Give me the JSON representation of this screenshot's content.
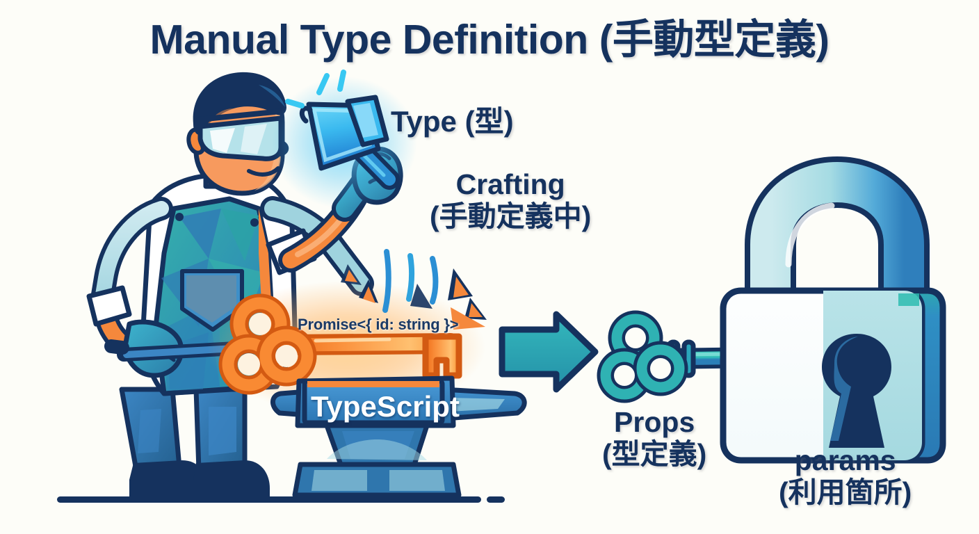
{
  "page": {
    "title": "Manual Type Definition (手動型定義)",
    "background_color": "#fdfdf8",
    "ink_color": "#15325e"
  },
  "labels": {
    "type": "Type (型)",
    "crafting_line1": "Crafting",
    "crafting_line2": "(手動定義中)",
    "promise_code": "Promise<{ id: string }>",
    "typescript": "TypeScript",
    "props_line1": "Props",
    "props_line2": "(型定義)",
    "params_line1": "params",
    "params_line2": "(利用箇所)"
  },
  "palette": {
    "navy": "#15325e",
    "navy_dark": "#102a4e",
    "blue": "#2a7fc1",
    "blue_mid": "#3d8fd0",
    "steel_blue": "#2f76ad",
    "teal": "#34b0ac",
    "teal_dark": "#2591a0",
    "cyan_light": "#a8dce6",
    "cyan_pale": "#c9e9ef",
    "sky": "#29a7e8",
    "sky_bright": "#3fc3f5",
    "orange": "#f5883c",
    "orange_deep": "#ef7521",
    "orange_glow": "#ffb25e",
    "skin": "#f79a5e",
    "skin_light": "#fbb985",
    "white": "#ffffff",
    "denim": "#2f7ab5",
    "denim_dark": "#1d5f96"
  },
  "scene": {
    "figure": "blacksmith-forging-a-key",
    "hammer": "glowing-blue-hammer",
    "anvil": "blue-anvil-labeled-typescript",
    "hot_key": "glowing-orange-key-on-anvil",
    "arrow": "right-arrow",
    "finished_key": "teal-finished-key",
    "lock": "cyan-padlock-with-keyhole",
    "ground_line": "navy-ground-line"
  }
}
